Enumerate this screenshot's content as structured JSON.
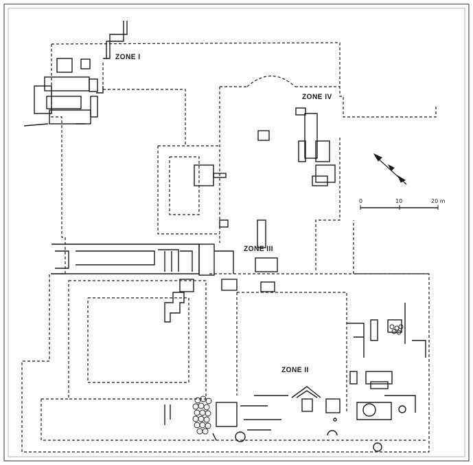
{
  "zones": [
    {
      "id": "zone-1",
      "label": "ZONE I"
    },
    {
      "id": "zone-4",
      "label": "ZONE IV"
    },
    {
      "id": "zone-3",
      "label": "ZONE III"
    },
    {
      "id": "zone-2",
      "label": "ZONE II"
    }
  ],
  "scale_bar": {
    "ticks": [
      "0",
      "10",
      "20 m"
    ]
  },
  "colors": {
    "ink": "#1a1a1a",
    "paper": "#fdfdfb"
  },
  "icons": {
    "north_arrow": "north-arrow-icon"
  }
}
